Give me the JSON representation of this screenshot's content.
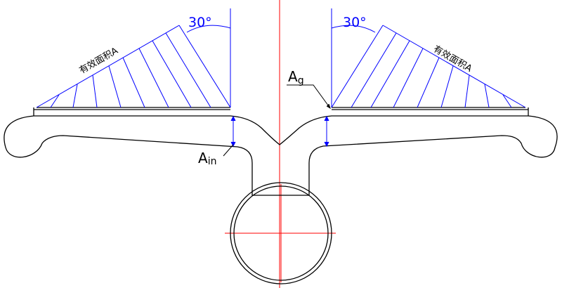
{
  "labels": {
    "angle_left": "30°",
    "angle_right": "30°",
    "area_left": "有效面积A",
    "area_right": "有效面积A",
    "ag_main": "A",
    "ag_sub": "g",
    "ain_main": "A",
    "ain_sub": "in"
  },
  "colors": {
    "outline": "#000000",
    "dimension": "#0000ff",
    "centerline": "#ff0000",
    "background": "#ffffff"
  },
  "hatch": {
    "angle_deg": 30,
    "lines_per_side": 8
  }
}
